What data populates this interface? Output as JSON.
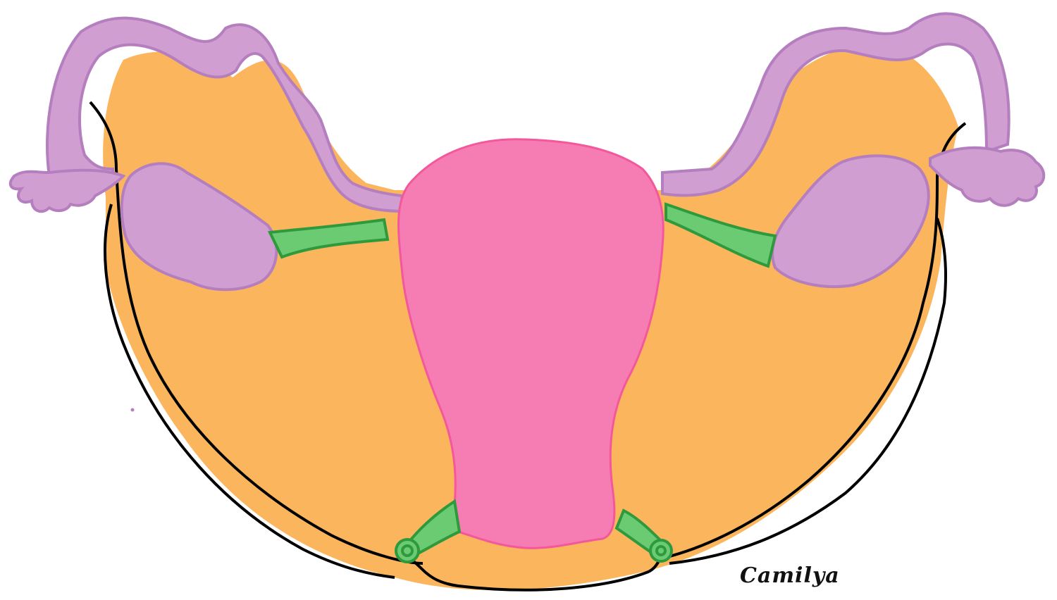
{
  "colors": {
    "background": "#ffffff",
    "broad_ligament": "#fbb55c",
    "uterus": "#f67db3",
    "uterus_outline": "#f2589b",
    "tube_ovary": "#d19ed1",
    "tube_outline": "#b57fbf",
    "ligament": "#6acb73",
    "ligament_outline": "#2f9a3d",
    "outline": "#000000"
  },
  "structures": [
    {
      "id": "broad-ligament",
      "icon": "broad-ligament-shape"
    },
    {
      "id": "uterus",
      "icon": "uterus-shape"
    },
    {
      "id": "left-uterine-tube",
      "icon": "uterine-tube-shape"
    },
    {
      "id": "right-uterine-tube",
      "icon": "uterine-tube-shape"
    },
    {
      "id": "left-ovary",
      "icon": "ovary-shape"
    },
    {
      "id": "right-ovary",
      "icon": "ovary-shape"
    },
    {
      "id": "left-ovarian-ligament",
      "icon": "ligament-shape"
    },
    {
      "id": "right-ovarian-ligament",
      "icon": "ligament-shape"
    },
    {
      "id": "left-round-ligament",
      "icon": "ligament-shape"
    },
    {
      "id": "right-round-ligament",
      "icon": "ligament-shape"
    }
  ],
  "signature": "Camilya"
}
